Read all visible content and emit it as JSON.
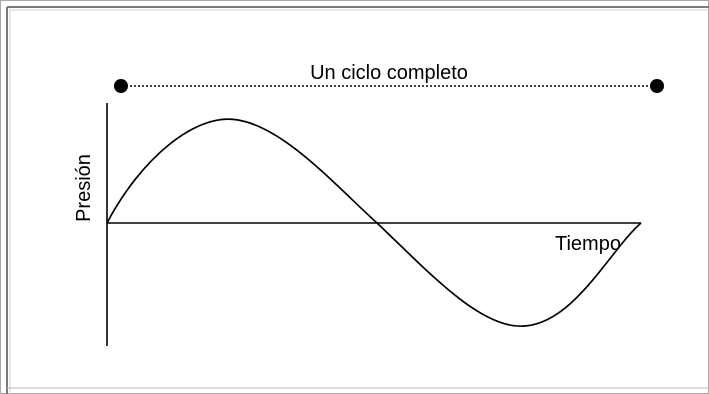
{
  "diagram": {
    "cycle_label": "Un ciclo completo",
    "y_axis_label": "Presión",
    "x_axis_label": "Tiempo",
    "colors": {
      "line": "#000000",
      "frame_border": "#8c8c8c",
      "background": "#ffffff"
    }
  }
}
